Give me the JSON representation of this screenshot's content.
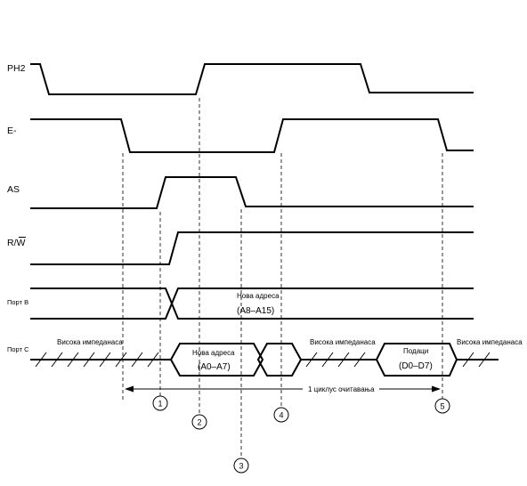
{
  "signals": {
    "ph2": "PH2",
    "e": "E-",
    "as": "AS",
    "rw": "R/W",
    "port_b": "Порт B",
    "port_c": "Порт C"
  },
  "port_b": {
    "new_address_label": "Нова адреса",
    "new_address_value": "(A8–A15)"
  },
  "port_c": {
    "high_impedance_left": "Висока импеданаса",
    "new_address_label": "Нова адреса",
    "new_address_value": "(A0–A7)",
    "high_impedance_middle": "Висока импеданаса",
    "data_label": "Подаци",
    "data_value": "(D0–D7)",
    "high_impedance_right": "Висока импеданаса"
  },
  "cycle": {
    "label": "1 циклус очитавања"
  },
  "markers": [
    "1",
    "2",
    "3",
    "4",
    "5"
  ]
}
